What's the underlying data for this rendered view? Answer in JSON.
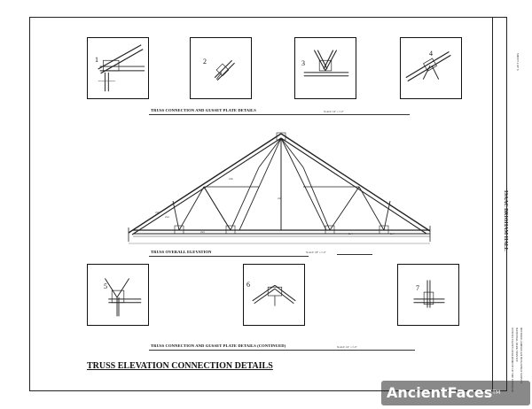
{
  "sheet": {
    "title": "TRUSS ELEVATION CONNECTION DETAILS"
  },
  "details_top": {
    "caption": "TRUSS CONNECTION AND GUSSET PLATE DETAILS",
    "scale": "SCALE 1/4\" = 1'-0\"",
    "numbers": [
      "1",
      "2",
      "3",
      "4"
    ]
  },
  "elevation": {
    "caption": "TRUSS OVERALL ELEVATION",
    "scale": "SCALE 1/8\" = 1'-0\"",
    "member_notes": [
      "2x6",
      "2x4",
      "2x6",
      "2x4",
      "2x8",
      "2x4",
      "2x4"
    ]
  },
  "details_bottom": {
    "caption": "TRUSS CONNECTION AND GUSSET PLATE DETAILS (CONTINUED)",
    "scale": "SCALE 1/4\" = 1'-0\"",
    "numbers": [
      "5",
      "6",
      "7"
    ]
  },
  "title_block": {
    "building": "ISAAC BRIGHAM HALL",
    "sheet_no": "SHEET 4 OF 6",
    "lines": [
      "HISTORIC AMERICAN BUILDINGS SURVEY",
      "NATIONAL PARK SERVICE",
      "UNITED STATES DEPARTMENT OF THE INTERIOR"
    ]
  },
  "watermark": {
    "text": "AncientFaces",
    "tm": "TM"
  }
}
